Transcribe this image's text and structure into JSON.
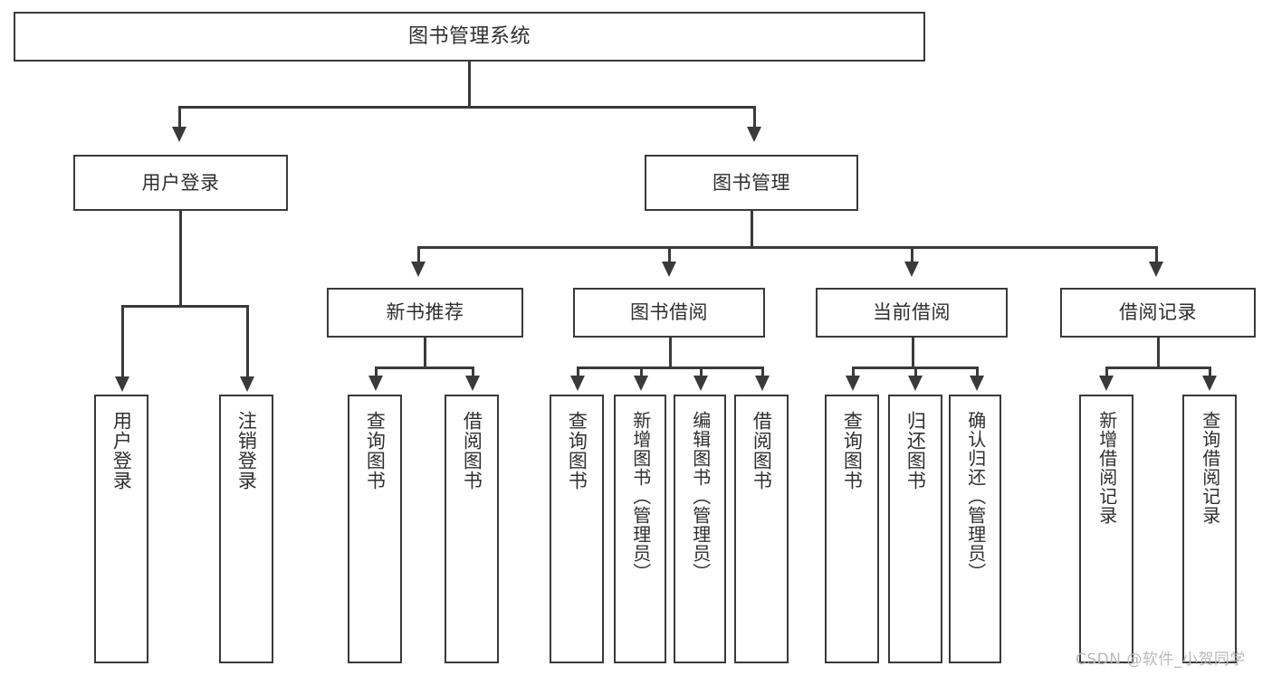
{
  "diagram": {
    "title": "图书管理系统",
    "type": "tree",
    "watermark": "CSDN @软件_小贺同学",
    "colors": {
      "stroke": "#3a3a3a",
      "fill": "#ffffff",
      "text": "#2f2f2f",
      "watermark": "#b9b9b9",
      "background": "#ffffff"
    },
    "levels": {
      "root": "图书管理系统",
      "level2": [
        "用户登录",
        "图书管理"
      ],
      "level3": [
        "新书推荐",
        "图书借阅",
        "当前借阅",
        "借阅记录"
      ]
    },
    "nodes": {
      "root": {
        "label": "图书管理系统"
      },
      "user_login": {
        "label": "用户登录"
      },
      "book_manage": {
        "label": "图书管理"
      },
      "new_book_rec": {
        "label": "新书推荐"
      },
      "book_borrow": {
        "label": "图书借阅"
      },
      "current_borrow": {
        "label": "当前借阅"
      },
      "borrow_record": {
        "label": "借阅记录"
      }
    },
    "leaves": {
      "user_login": [
        {
          "label": "用户登录"
        },
        {
          "label": "注销登录"
        }
      ],
      "new_book_rec": [
        {
          "label": "查询图书"
        },
        {
          "label": "借阅图书"
        }
      ],
      "book_borrow": [
        {
          "label": "查询图书"
        },
        {
          "label": "新增图书（管理员）"
        },
        {
          "label": "编辑图书（管理员）"
        },
        {
          "label": "借阅图书"
        }
      ],
      "current_borrow": [
        {
          "label": "查询图书"
        },
        {
          "label": "归还图书"
        },
        {
          "label": "确认归还（管理员）"
        }
      ],
      "borrow_record": [
        {
          "label": "新增借阅记录"
        },
        {
          "label": "查询借阅记录"
        }
      ]
    }
  }
}
